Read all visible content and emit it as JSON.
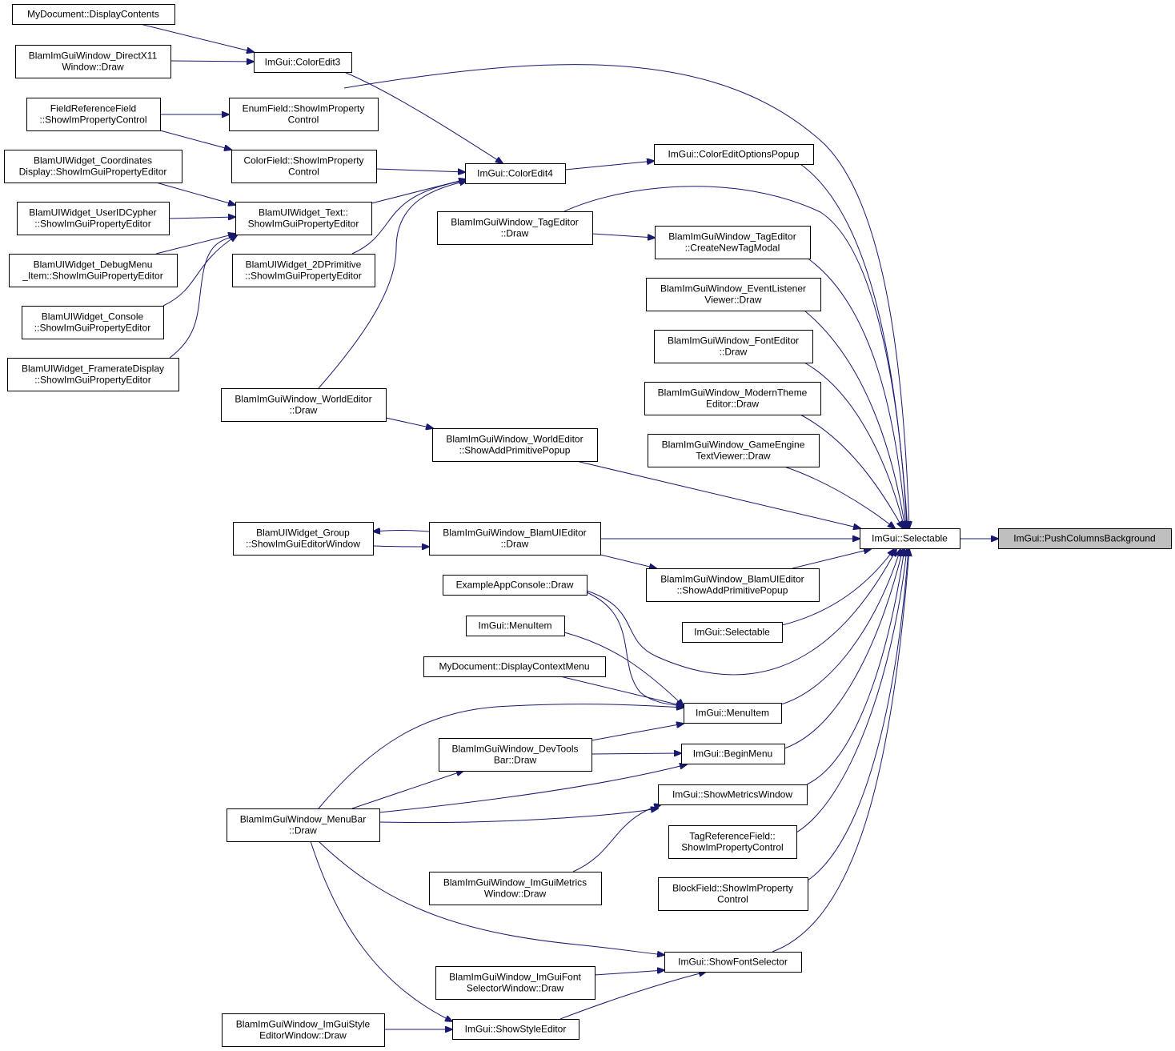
{
  "nodes": [
    {
      "id": "pcb",
      "lines": [
        "ImGui::PushColumnsBackground"
      ],
      "root": true
    },
    {
      "id": "sel",
      "lines": [
        "ImGui::Selectable"
      ]
    },
    {
      "id": "mdc",
      "lines": [
        "MyDocument::DisplayContents"
      ]
    },
    {
      "id": "dx11",
      "lines": [
        "BlamImGuiWindow_DirectX11",
        "Window::Draw"
      ]
    },
    {
      "id": "ce3",
      "lines": [
        "ImGui::ColorEdit3"
      ]
    },
    {
      "id": "frf",
      "lines": [
        "FieldReferenceField",
        "::ShowImPropertyControl"
      ]
    },
    {
      "id": "enf",
      "lines": [
        "EnumField::ShowImProperty",
        "Control"
      ]
    },
    {
      "id": "cof",
      "lines": [
        "ColorField::ShowImProperty",
        "Control"
      ]
    },
    {
      "id": "ce4",
      "lines": [
        "ImGui::ColorEdit4"
      ]
    },
    {
      "id": "ceop",
      "lines": [
        "ImGui::ColorEditOptionsPopup"
      ]
    },
    {
      "id": "wcd",
      "lines": [
        "BlamUIWidget_Coordinates",
        "Display::ShowImGuiPropertyEditor"
      ]
    },
    {
      "id": "wtx",
      "lines": [
        "BlamUIWidget_Text::",
        "ShowImGuiPropertyEditor"
      ]
    },
    {
      "id": "wuc",
      "lines": [
        "BlamUIWidget_UserIDCypher",
        "::ShowImGuiPropertyEditor"
      ]
    },
    {
      "id": "ted",
      "lines": [
        "BlamImGuiWindow_TagEditor",
        "::Draw"
      ]
    },
    {
      "id": "tcm",
      "lines": [
        "BlamImGuiWindow_TagEditor",
        "::CreateNewTagModal"
      ]
    },
    {
      "id": "wdm",
      "lines": [
        "BlamUIWidget_DebugMenu",
        "_Item::ShowImGuiPropertyEditor"
      ]
    },
    {
      "id": "w2d",
      "lines": [
        "BlamUIWidget_2DPrimitive",
        "::ShowImGuiPropertyEditor"
      ]
    },
    {
      "id": "elv",
      "lines": [
        "BlamImGuiWindow_EventListener",
        "Viewer::Draw"
      ]
    },
    {
      "id": "wco",
      "lines": [
        "BlamUIWidget_Console",
        "::ShowImGuiPropertyEditor"
      ]
    },
    {
      "id": "fed",
      "lines": [
        "BlamImGuiWindow_FontEditor",
        "::Draw"
      ]
    },
    {
      "id": "wfr",
      "lines": [
        "BlamUIWidget_FramerateDisplay",
        "::ShowImGuiPropertyEditor"
      ]
    },
    {
      "id": "mte",
      "lines": [
        "BlamImGuiWindow_ModernTheme",
        "Editor::Draw"
      ]
    },
    {
      "id": "wed",
      "lines": [
        "BlamImGuiWindow_WorldEditor",
        "::Draw"
      ]
    },
    {
      "id": "wap",
      "lines": [
        "BlamImGuiWindow_WorldEditor",
        "::ShowAddPrimitivePopup"
      ]
    },
    {
      "id": "gtv",
      "lines": [
        "BlamImGuiWindow_GameEngine",
        "TextViewer::Draw"
      ]
    },
    {
      "id": "wgr",
      "lines": [
        "BlamUIWidget_Group",
        "::ShowImGuiEditorWindow"
      ]
    },
    {
      "id": "bue",
      "lines": [
        "BlamImGuiWindow_BlamUIEditor",
        "::Draw"
      ]
    },
    {
      "id": "bap",
      "lines": [
        "BlamImGuiWindow_BlamUIEditor",
        "::ShowAddPrimitivePopup"
      ]
    },
    {
      "id": "eac",
      "lines": [
        "ExampleAppConsole::Draw"
      ]
    },
    {
      "id": "sel2",
      "lines": [
        "ImGui::Selectable"
      ]
    },
    {
      "id": "mi2",
      "lines": [
        "ImGui::MenuItem"
      ]
    },
    {
      "id": "dcm",
      "lines": [
        "MyDocument::DisplayContextMenu"
      ]
    },
    {
      "id": "mi",
      "lines": [
        "ImGui::MenuItem"
      ]
    },
    {
      "id": "dtb",
      "lines": [
        "BlamImGuiWindow_DevTools",
        "Bar::Draw"
      ]
    },
    {
      "id": "bm",
      "lines": [
        "ImGui::BeginMenu"
      ]
    },
    {
      "id": "smw",
      "lines": [
        "ImGui::ShowMetricsWindow"
      ]
    },
    {
      "id": "mbd",
      "lines": [
        "BlamImGuiWindow_MenuBar",
        "::Draw"
      ]
    },
    {
      "id": "trf",
      "lines": [
        "TagReferenceField::",
        "ShowImPropertyControl"
      ]
    },
    {
      "id": "imw",
      "lines": [
        "BlamImGuiWindow_ImGuiMetrics",
        "Window::Draw"
      ]
    },
    {
      "id": "bkf",
      "lines": [
        "BlockField::ShowImProperty",
        "Control"
      ]
    },
    {
      "id": "sfs",
      "lines": [
        "ImGui::ShowFontSelector"
      ]
    },
    {
      "id": "ifs",
      "lines": [
        "BlamImGuiWindow_ImGuiFont",
        "SelectorWindow::Draw"
      ]
    },
    {
      "id": "ise",
      "lines": [
        "BlamImGuiWindow_ImGuiStyle",
        "EditorWindow::Draw"
      ]
    },
    {
      "id": "sse",
      "lines": [
        "ImGui::ShowStyleEditor"
      ]
    }
  ],
  "edges": [
    [
      "sel",
      "pcb"
    ],
    [
      "mdc",
      "ce3"
    ],
    [
      "dx11",
      "ce3"
    ],
    [
      "frf",
      "enf"
    ],
    [
      "frf",
      "cof"
    ],
    [
      "ce3",
      "ce4"
    ],
    [
      "cof",
      "ce4"
    ],
    [
      "wtx",
      "ce4"
    ],
    [
      "w2d",
      "ce4"
    ],
    [
      "wed",
      "ce4"
    ],
    [
      "ce4",
      "ceop"
    ],
    [
      "wcd",
      "wtx"
    ],
    [
      "wuc",
      "wtx"
    ],
    [
      "wdm",
      "wtx"
    ],
    [
      "wco",
      "wtx"
    ],
    [
      "wfr",
      "wtx"
    ],
    [
      "ted",
      "tcm"
    ],
    [
      "wed",
      "wap"
    ],
    [
      "bue",
      "wgr"
    ],
    [
      "wgr",
      "bue"
    ],
    [
      "bue",
      "bap"
    ],
    [
      "ce3",
      "sel"
    ],
    [
      "ceop",
      "sel"
    ],
    [
      "ted",
      "sel"
    ],
    [
      "tcm",
      "sel"
    ],
    [
      "elv",
      "sel"
    ],
    [
      "fed",
      "sel"
    ],
    [
      "mte",
      "sel"
    ],
    [
      "gtv",
      "sel"
    ],
    [
      "wap",
      "sel"
    ],
    [
      "bue",
      "sel"
    ],
    [
      "bap",
      "sel"
    ],
    [
      "sel2",
      "sel"
    ],
    [
      "eac",
      "sel"
    ],
    [
      "mi",
      "sel"
    ],
    [
      "bm",
      "sel"
    ],
    [
      "smw",
      "sel"
    ],
    [
      "trf",
      "sel"
    ],
    [
      "bkf",
      "sel"
    ],
    [
      "sfs",
      "sel"
    ],
    [
      "eac",
      "mi"
    ],
    [
      "mi2",
      "mi"
    ],
    [
      "dcm",
      "mi"
    ],
    [
      "dtb",
      "mi"
    ],
    [
      "mbd",
      "mi"
    ],
    [
      "dtb",
      "bm"
    ],
    [
      "mbd",
      "dtb"
    ],
    [
      "mbd",
      "bm"
    ],
    [
      "mbd",
      "smw"
    ],
    [
      "imw",
      "smw"
    ],
    [
      "mbd",
      "sfs"
    ],
    [
      "ifs",
      "sfs"
    ],
    [
      "sse",
      "sfs"
    ],
    [
      "mbd",
      "sse"
    ],
    [
      "ise",
      "sse"
    ]
  ]
}
